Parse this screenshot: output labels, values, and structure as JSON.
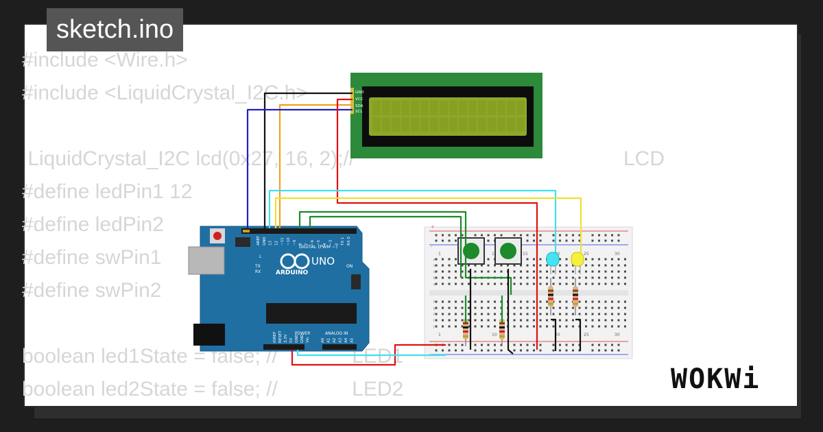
{
  "title": "sketch.ino",
  "code_lines": [
    "#include <Wire.h>",
    "#include <LiquidCrystal_I2C.h>",
    "",
    " LiquidCrystal_I2C lcd(0x27, 16, 2);//                                               LCD",
    "#define ledPin1 12",
    "#define ledPin2",
    "#define swPin1",
    "#define swPin2",
    "",
    "boolean led1State = false; //             LED1",
    "boolean led2State = false; //             LED2"
  ],
  "lcd": {
    "pins": [
      "GND",
      "VCC",
      "SDA",
      "SCL"
    ]
  },
  "arduino": {
    "brand": "ARDUINO",
    "model": "UNO",
    "header_digital": "DIGITAL (PWM ~)",
    "header_power": "POWER",
    "header_analog": "ANALOG IN",
    "led_labels": [
      "L",
      "TX",
      "RX",
      "ON"
    ],
    "top_pins": [
      "AREF",
      "GND",
      "13",
      "12",
      "~11",
      "~10",
      "~9",
      "8",
      "7",
      "~6",
      "~5",
      "4",
      "~3",
      "2",
      "TX 1",
      "RX 0"
    ],
    "power_pins": [
      "IOREF",
      "RESET",
      "3.3V",
      "5V",
      "GND",
      "GND",
      "Vin"
    ],
    "analog_pins": [
      "A0",
      "A1",
      "A2",
      "A3",
      "A4",
      "A5"
    ]
  },
  "breadboard": {
    "col_numbers": [
      "1",
      "5",
      "10",
      "15",
      "20",
      "25",
      "30"
    ],
    "row_letters_top": [
      "j",
      "i",
      "h",
      "g",
      "f"
    ],
    "row_letters_bottom": [
      "e",
      "d",
      "c",
      "b",
      "a"
    ],
    "rail_signs": [
      "-",
      "+"
    ]
  },
  "logo": "WOKWi",
  "colors": {
    "board": "#1f6fa3",
    "lcd_pcb": "#2d8a3a",
    "lcd_screen": "#8fa82a",
    "button": "#1e8a2b",
    "led_cyan": "#45e3f0",
    "led_yellow": "#f5f03a",
    "wire_red": "#e01010",
    "wire_cyan": "#40e0f0",
    "wire_yellow": "#f0e030",
    "wire_green": "#1a8a2a",
    "wire_black": "#111111",
    "wire_orange": "#f0a020",
    "wire_blue": "#2020c0"
  }
}
